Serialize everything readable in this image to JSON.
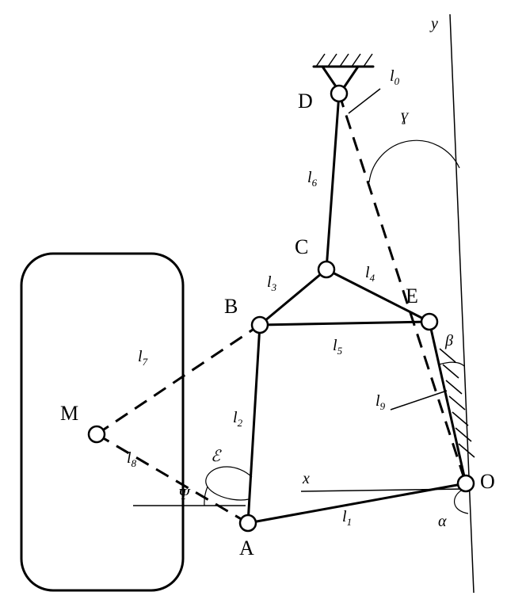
{
  "points": {
    "D": "D",
    "C": "C",
    "B": "B",
    "E": "E",
    "M": "M",
    "A": "A",
    "O": "O"
  },
  "links": {
    "l0": {
      "base": "l",
      "sub": "0"
    },
    "l1": {
      "base": "l",
      "sub": "1"
    },
    "l2": {
      "base": "l",
      "sub": "2"
    },
    "l3": {
      "base": "l",
      "sub": "3"
    },
    "l4": {
      "base": "l",
      "sub": "4"
    },
    "l5": {
      "base": "l",
      "sub": "5"
    },
    "l6": {
      "base": "l",
      "sub": "6"
    },
    "l7": {
      "base": "l",
      "sub": "7"
    },
    "l8": {
      "base": "l",
      "sub": "8"
    },
    "l9": {
      "base": "l",
      "sub": "9"
    }
  },
  "axes": {
    "x": "x",
    "y": "y"
  },
  "angles": {
    "gamma": "ɣ",
    "beta": "β",
    "alpha": "α",
    "epsilon": "ℰ",
    "psi": "Ψ"
  }
}
